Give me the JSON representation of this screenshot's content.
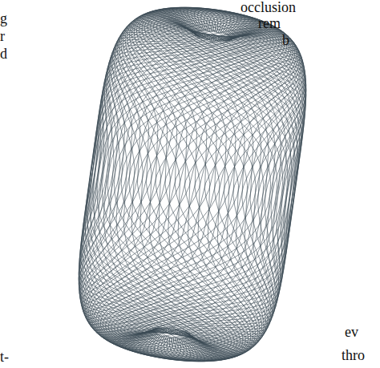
{
  "diagram": {
    "labels": [
      "occlusion",
      "rem",
      "b",
      "g",
      "r",
      "d",
      "t-",
      "ev",
      "thro"
    ]
  }
}
